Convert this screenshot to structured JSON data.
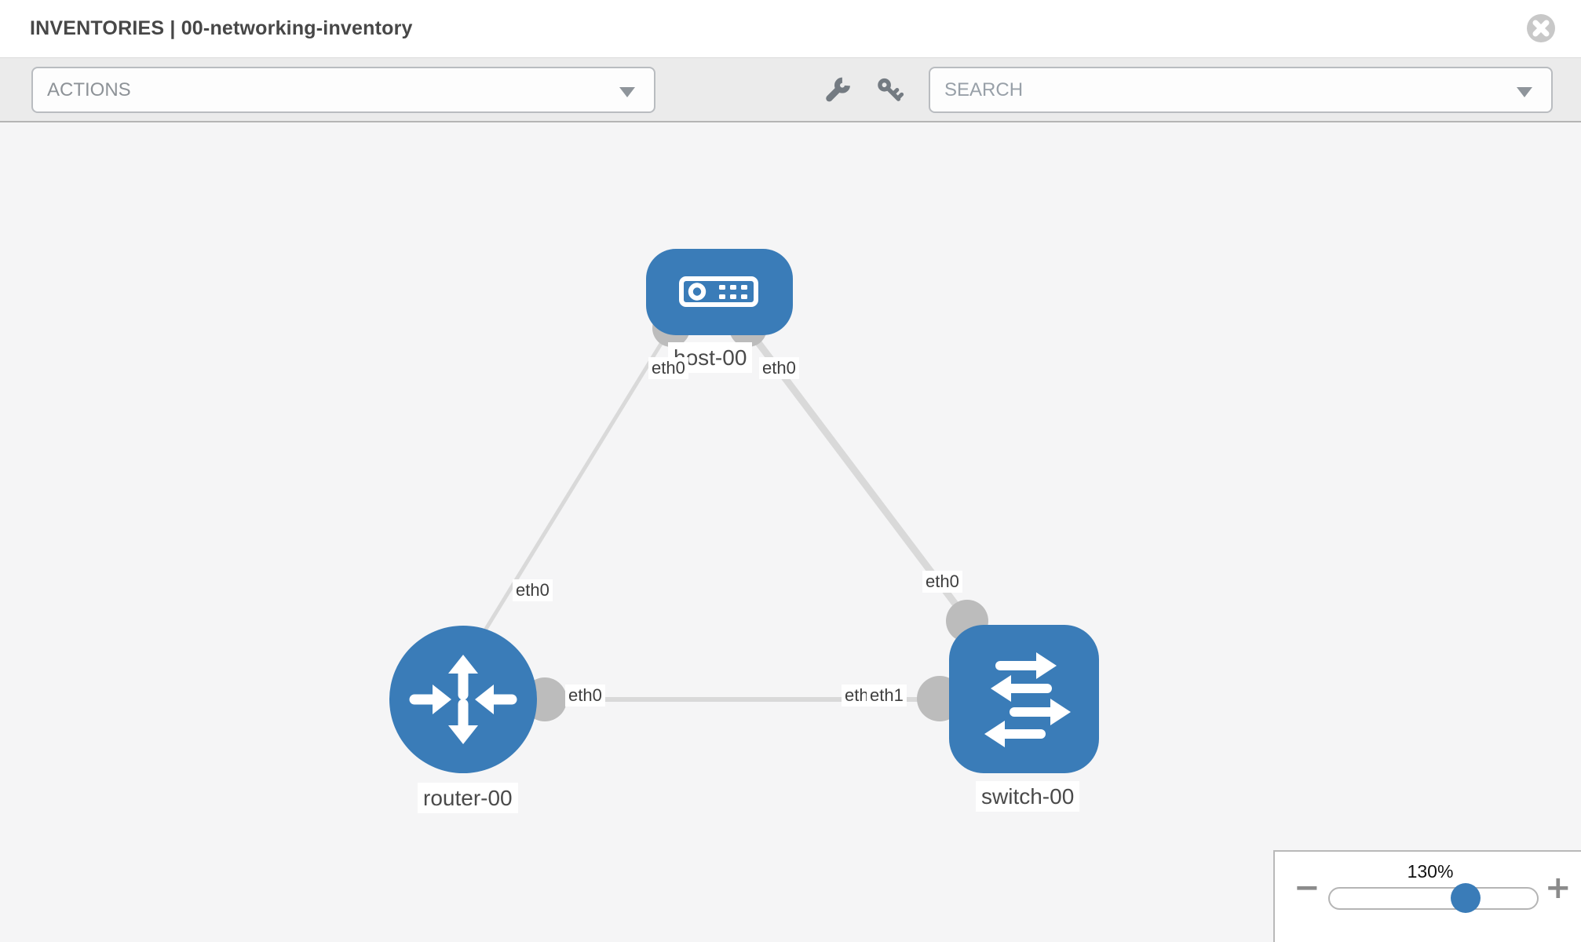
{
  "header": {
    "title": "INVENTORIES | 00-networking-inventory"
  },
  "toolbar": {
    "actions_label": "ACTIONS",
    "search_label": "SEARCH"
  },
  "topology": {
    "nodes": [
      {
        "id": "host-00",
        "type": "host",
        "label": "host-00"
      },
      {
        "id": "router-00",
        "type": "router",
        "label": "router-00"
      },
      {
        "id": "switch-00",
        "type": "switch",
        "label": "switch-00"
      }
    ],
    "links": [
      {
        "from": "host-00",
        "to": "router-00",
        "from_interface": "eth0",
        "to_interface": "eth0"
      },
      {
        "from": "host-00",
        "to": "switch-00",
        "from_interface": "eth0",
        "to_interface": "eth0"
      },
      {
        "from": "router-00",
        "to": "switch-00",
        "from_interface": "eth0",
        "to_interface": "eth1"
      }
    ],
    "iface": {
      "host_left": "eth0",
      "host_right": "eth0",
      "router_top": "eth0",
      "router_right": "eth0",
      "switch_top": "eth0",
      "switch_left_back": "eth0",
      "switch_left_front": "eth1"
    }
  },
  "zoom_control": {
    "level": "130%",
    "minus_label": "−",
    "plus_label": "+"
  },
  "colors": {
    "node_blue": "#3a7cb8",
    "link_gray": "#d9d9d9",
    "interface_gray": "#bcbcbc",
    "icon_gray": "#747b82",
    "close_gray": "#c8c8c8"
  }
}
